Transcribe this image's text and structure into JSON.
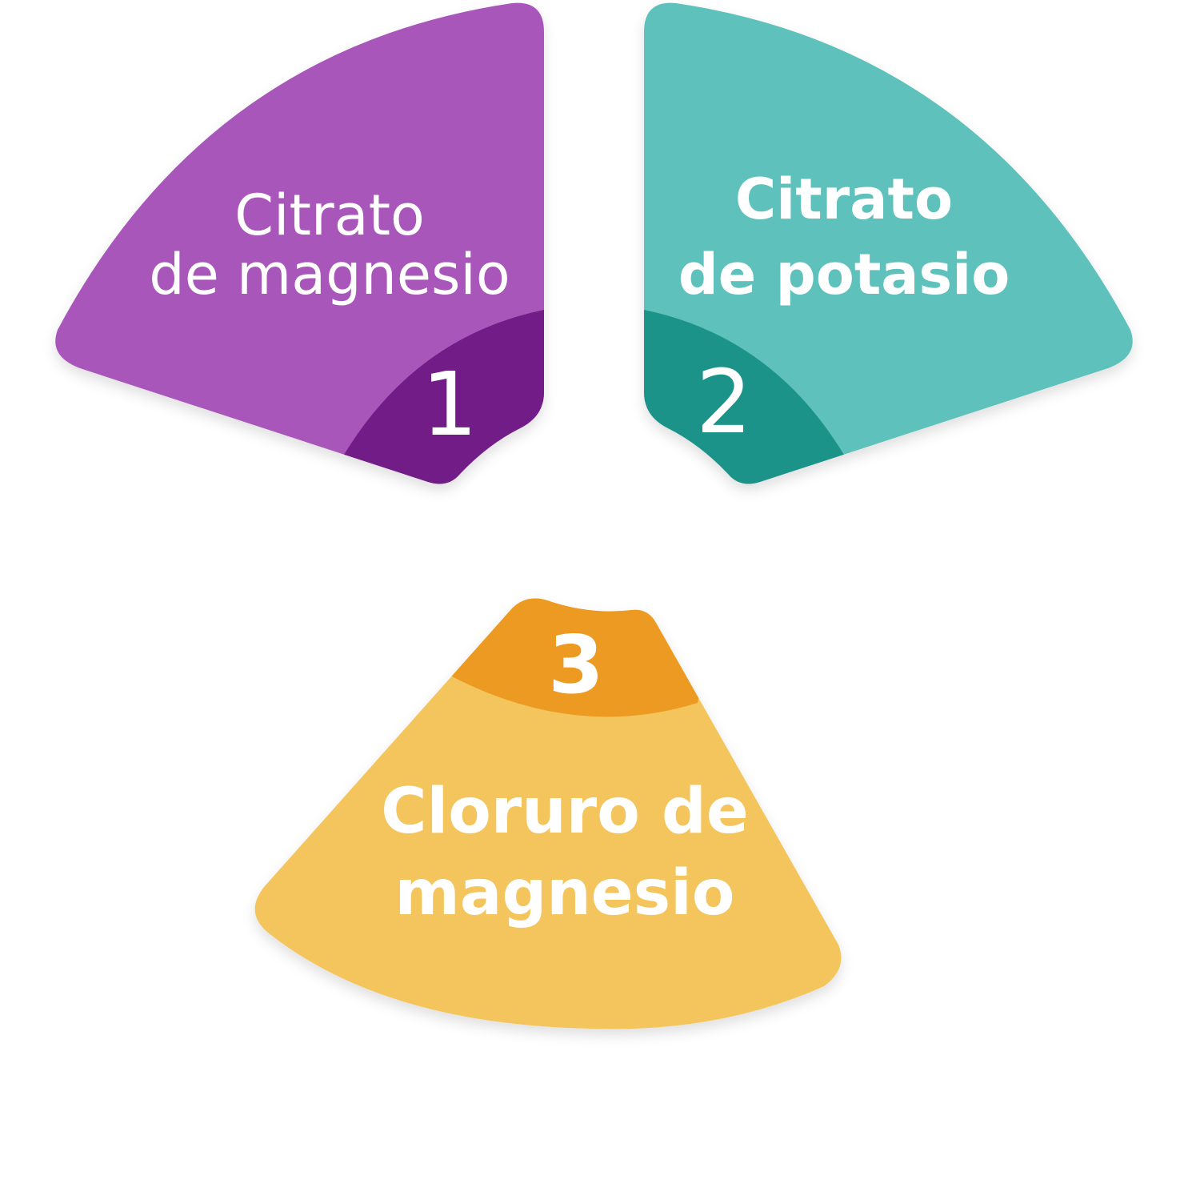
{
  "segments": [
    {
      "number": "1",
      "line1": "Citrato",
      "line2": "de magnesio",
      "color": "#a957bb",
      "accent": "#721b88"
    },
    {
      "number": "2",
      "line1": "Citrato",
      "line2": "de potasio",
      "color": "#5fc1bb",
      "accent": "#1f9389"
    },
    {
      "number": "3",
      "line1": "Cloruro de",
      "line2": "magnesio",
      "color": "#f3c55c",
      "accent": "#ec9a22"
    }
  ]
}
